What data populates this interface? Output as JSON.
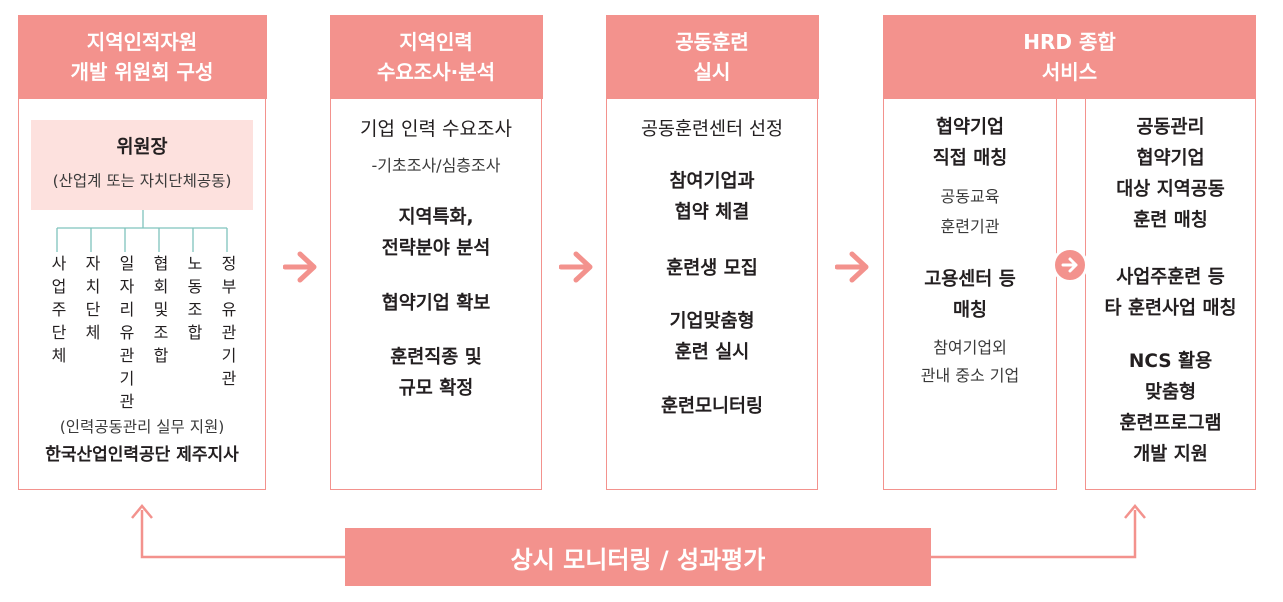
{
  "colors": {
    "accent": "#f3928d",
    "light_fill": "#fde1de",
    "text": "#231f20"
  },
  "box1": {
    "header": [
      "지역인적자원",
      "개발 위원회 구성"
    ],
    "chair_title": "위원장",
    "chair_sub": "(산업계 또는 자치단체공동)",
    "members": [
      "사업주단체",
      "자치단체",
      "일자리유관기관",
      "협회및조합",
      "노동조합",
      "정부유관기관"
    ],
    "support_note": "(인력공동관리 실무 지원)",
    "support_org": "한국산업인력공단 제주지사"
  },
  "box2": {
    "header": [
      "지역인력",
      "수요조사·분석"
    ],
    "items": {
      "survey": "기업 인력 수요조사",
      "survey_sub": "-기초조사/심층조사",
      "analysis": [
        "지역특화,",
        "전략분야 분석"
      ],
      "secure": "협약기업 확보",
      "decide": [
        "훈련직종 및",
        "규모 확정"
      ]
    }
  },
  "box3": {
    "header": [
      "공동훈련",
      "실시"
    ],
    "items": {
      "select": "공동훈련센터 선정",
      "agreement": [
        "참여기업과",
        "협약 체결"
      ],
      "recruit": "훈련생 모집",
      "custom": [
        "기업맞춤형",
        "훈련 실시"
      ],
      "monitor": "훈련모니터링"
    }
  },
  "box4": {
    "header": [
      "HRD 종합",
      "서비스"
    ],
    "left": {
      "direct": [
        "협약기업",
        "직접 매칭"
      ],
      "direct_sub": [
        "공동교육",
        "훈련기관"
      ],
      "center": [
        "고용센터 등",
        "매칭"
      ],
      "center_sub": [
        "참여기업외",
        "관내 중소 기업"
      ]
    },
    "right": {
      "joint": [
        "공동관리",
        "협약기업",
        "대상 지역공동",
        "훈련 매칭"
      ],
      "employer": [
        "사업주훈련 등",
        "타 훈련사업 매칭"
      ],
      "ncs": [
        "NCS 활용",
        "맞춤형",
        "훈련프로그램",
        "개발 지원"
      ]
    }
  },
  "bottom": {
    "label": "상시 모니터링 / 성과평가"
  }
}
